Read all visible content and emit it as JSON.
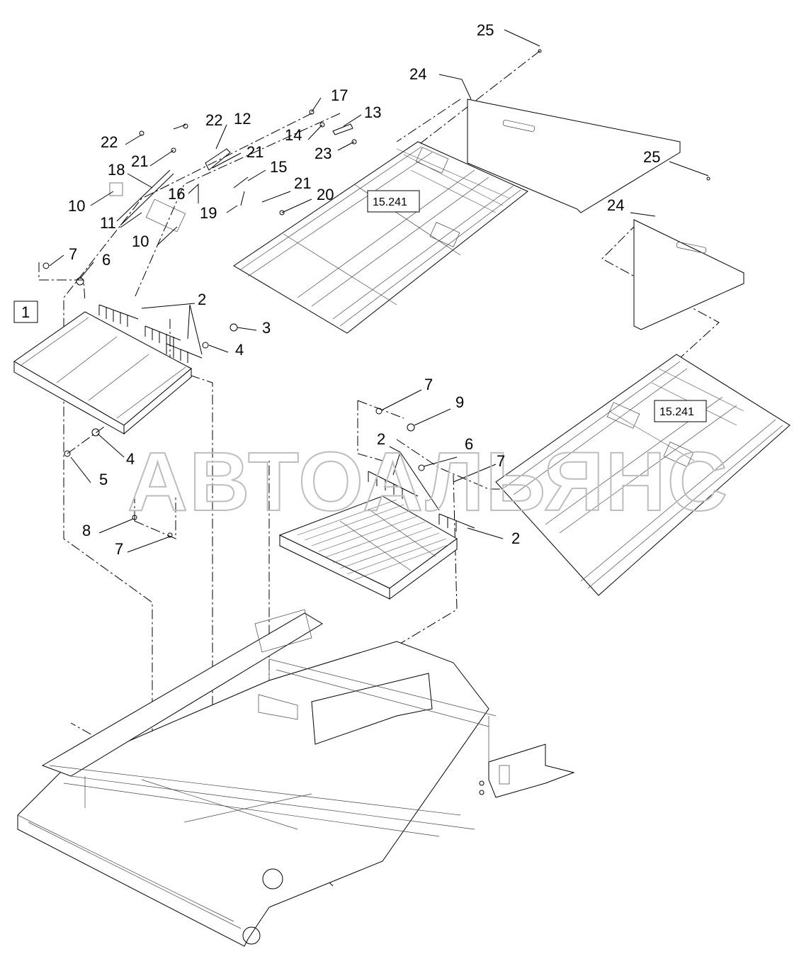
{
  "diagram": {
    "watermark": "АВТОАЛЬЯНС",
    "colors": {
      "line": "#000000",
      "watermark": "#bdbdbd",
      "background": "#ffffff"
    },
    "reference_boxes": [
      {
        "id": "box-item-1",
        "text": "1"
      },
      {
        "id": "box-ref-upper",
        "text": "15.241"
      },
      {
        "id": "box-ref-lower",
        "text": "15.241"
      }
    ],
    "callouts": [
      {
        "id": "c25a",
        "text": "25"
      },
      {
        "id": "c24a",
        "text": "24"
      },
      {
        "id": "c17",
        "text": "17"
      },
      {
        "id": "c13",
        "text": "13"
      },
      {
        "id": "c14",
        "text": "14"
      },
      {
        "id": "c23",
        "text": "23"
      },
      {
        "id": "c22a",
        "text": "22"
      },
      {
        "id": "c12",
        "text": "12"
      },
      {
        "id": "c22b",
        "text": "22"
      },
      {
        "id": "c21a",
        "text": "21"
      },
      {
        "id": "c21b",
        "text": "21"
      },
      {
        "id": "c15",
        "text": "15"
      },
      {
        "id": "c21c",
        "text": "21"
      },
      {
        "id": "c18",
        "text": "18"
      },
      {
        "id": "c20",
        "text": "20"
      },
      {
        "id": "c16",
        "text": "16"
      },
      {
        "id": "c10a",
        "text": "10"
      },
      {
        "id": "c19",
        "text": "19"
      },
      {
        "id": "c11",
        "text": "11"
      },
      {
        "id": "c10b",
        "text": "10"
      },
      {
        "id": "c25b",
        "text": "25"
      },
      {
        "id": "c24b",
        "text": "24"
      },
      {
        "id": "c7a",
        "text": "7"
      },
      {
        "id": "c6a",
        "text": "6"
      },
      {
        "id": "c2a",
        "text": "2"
      },
      {
        "id": "c3",
        "text": "3"
      },
      {
        "id": "c4a",
        "text": "4"
      },
      {
        "id": "c7b",
        "text": "7"
      },
      {
        "id": "c9",
        "text": "9"
      },
      {
        "id": "c4b",
        "text": "4"
      },
      {
        "id": "c5",
        "text": "5"
      },
      {
        "id": "c2b",
        "text": "2"
      },
      {
        "id": "c6b",
        "text": "6"
      },
      {
        "id": "c7c",
        "text": "7"
      },
      {
        "id": "c8",
        "text": "8"
      },
      {
        "id": "c2c",
        "text": "2"
      },
      {
        "id": "c7d",
        "text": "7"
      }
    ]
  }
}
